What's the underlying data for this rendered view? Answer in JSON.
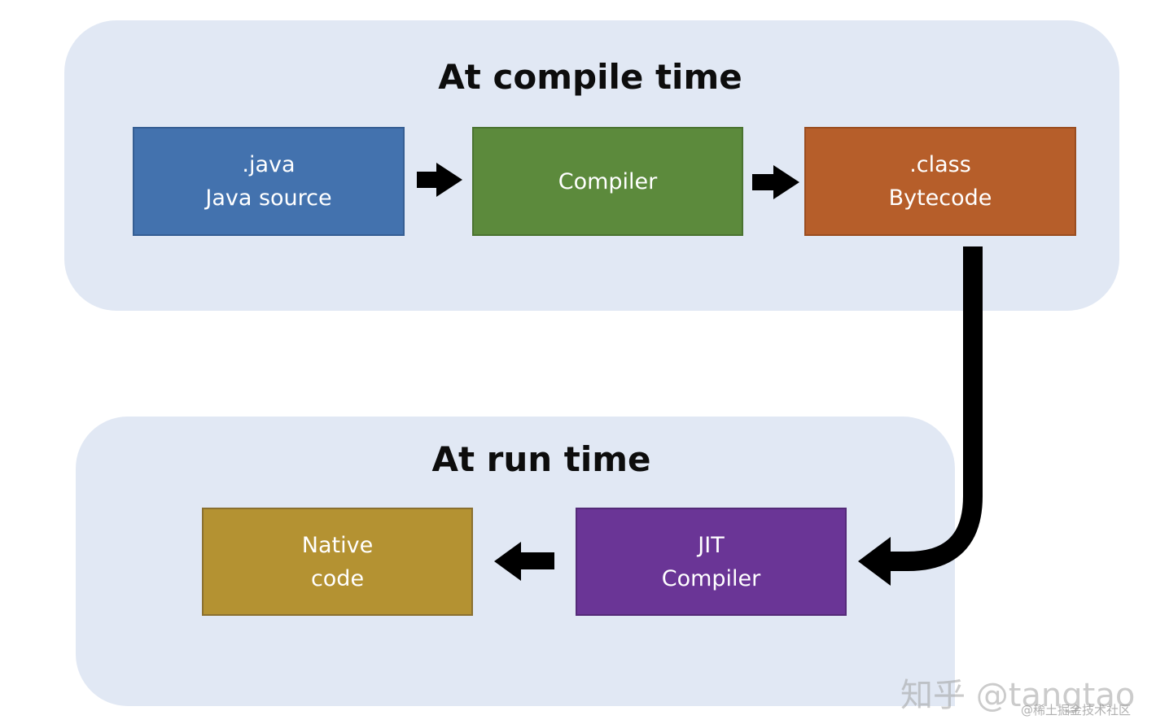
{
  "compile_stage": {
    "title": "At compile time",
    "boxes": [
      {
        "line1": ".java",
        "line2": "Java source",
        "color": "#4372ae"
      },
      {
        "line1": "Compiler",
        "color": "#5c8a3c"
      },
      {
        "line1": ".class",
        "line2": "Bytecode",
        "color": "#b65e2a"
      }
    ]
  },
  "run_stage": {
    "title": "At run time",
    "boxes": [
      {
        "line1": "Native",
        "line2": "code",
        "color": "#b49232"
      },
      {
        "line1": "JIT",
        "line2": "Compiler",
        "color": "#6a3596"
      }
    ]
  },
  "watermark": {
    "main": "知乎 @tangtao",
    "sub": "@稀土掘金技术社区"
  },
  "colors": {
    "panel_background": "#e1e8f4",
    "arrow": "#000000"
  }
}
